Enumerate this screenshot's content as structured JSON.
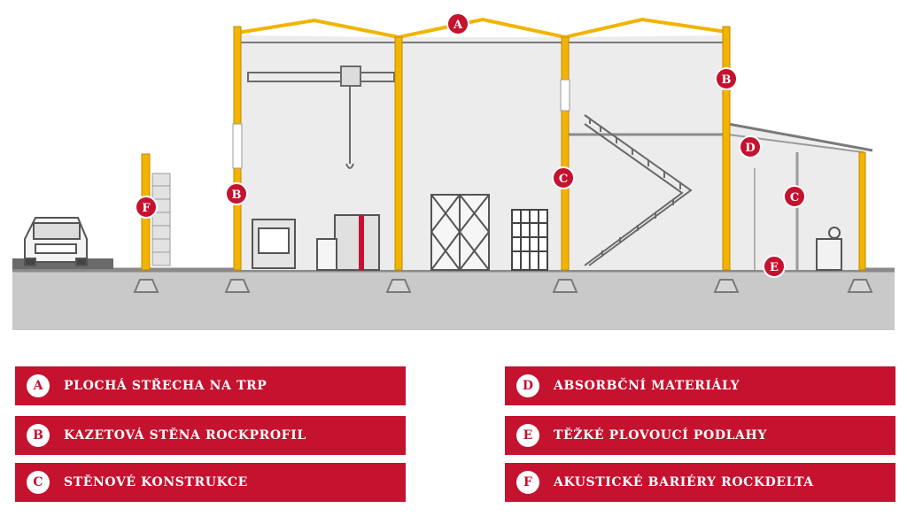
{
  "colors": {
    "accent": "#c4122f",
    "column": "#f2b400",
    "ground": "#c9c9c9",
    "interior": "#ececec"
  },
  "markers": [
    {
      "id": "A",
      "letter": "A"
    },
    {
      "id": "B1",
      "letter": "B"
    },
    {
      "id": "B2",
      "letter": "B"
    },
    {
      "id": "C1",
      "letter": "C"
    },
    {
      "id": "C2",
      "letter": "C"
    },
    {
      "id": "D",
      "letter": "D"
    },
    {
      "id": "E",
      "letter": "E"
    },
    {
      "id": "F",
      "letter": "F"
    }
  ],
  "legend": [
    {
      "letter": "A",
      "label": "PLOCHÁ STŘECHA NA TRP"
    },
    {
      "letter": "B",
      "label": "KAZETOVÁ STĚNA ROCKPROFIL"
    },
    {
      "letter": "C",
      "label": "STĚNOVÉ KONSTRUKCE"
    },
    {
      "letter": "D",
      "label": "ABSORBČNÍ MATERIÁLY"
    },
    {
      "letter": "E",
      "label": "TĚŽKÉ PLOVOUCÍ PODLAHY"
    },
    {
      "letter": "F",
      "label": "AKUSTICKÉ BARIÉRY ROCKDELTA"
    }
  ]
}
